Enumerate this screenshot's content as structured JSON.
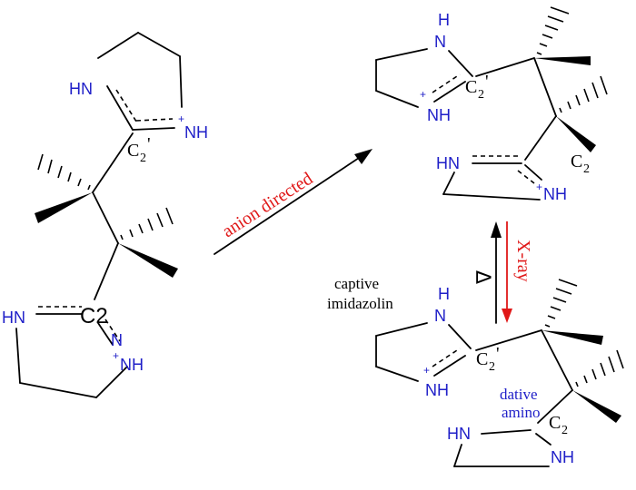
{
  "arrows": {
    "anion_label": "anion directed",
    "xray_label": "X-ray",
    "heat_symbol": "Δ"
  },
  "atoms": {
    "NH_plain": "NH",
    "HN_plain": "HN",
    "NH_cation": "NH",
    "HN_left": "HN",
    "N_top": "N",
    "H_top": "H",
    "plus": "+",
    "C": "C",
    "sub2": "2",
    "prime": "'"
  },
  "labels": {
    "captive": "captive",
    "imidazolin": "imidazolin",
    "dative": "dative",
    "amino": "amino",
    "C2_left": "C2"
  }
}
